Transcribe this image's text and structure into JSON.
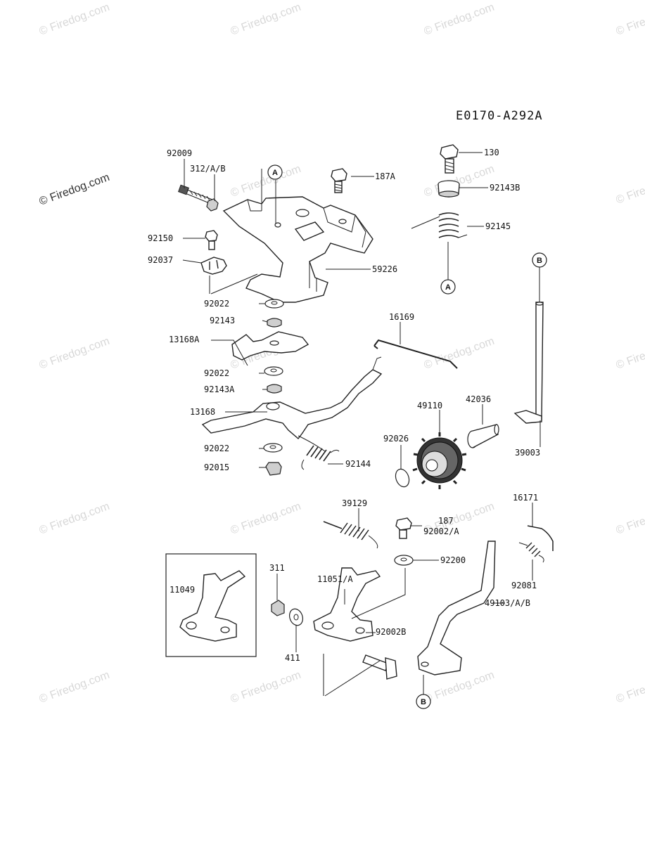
{
  "diagram_code": "E0170-A292A",
  "watermark_text": "© Firedog.com",
  "reference_markers": {
    "a": "A",
    "b": "B"
  },
  "part_labels": {
    "p92009": "92009",
    "p312": "312/A/B",
    "p187a": "187A",
    "p92150": "92150",
    "p92037": "92037",
    "p59226": "59226",
    "p92022_top": "92022",
    "p92143": "92143",
    "p13168a": "13168A",
    "p92022_mid": "92022",
    "p92143a": "92143A",
    "p13168": "13168",
    "p92022_low": "92022",
    "p92015": "92015",
    "p92144": "92144",
    "p16169": "16169",
    "p130": "130",
    "p92143b": "92143B",
    "p92145": "92145",
    "p39003": "39003",
    "p42036": "42036",
    "p49110": "49110",
    "p92026": "92026",
    "p39129": "39129",
    "p187": "187",
    "p92002a": "92002/A",
    "p16171": "16171",
    "p92200": "92200",
    "p92081": "92081",
    "p311": "311",
    "p11051a": "11051/A",
    "p49103": "49103/A/B",
    "p11049": "11049",
    "p92002b": "92002B",
    "p411": "411"
  }
}
